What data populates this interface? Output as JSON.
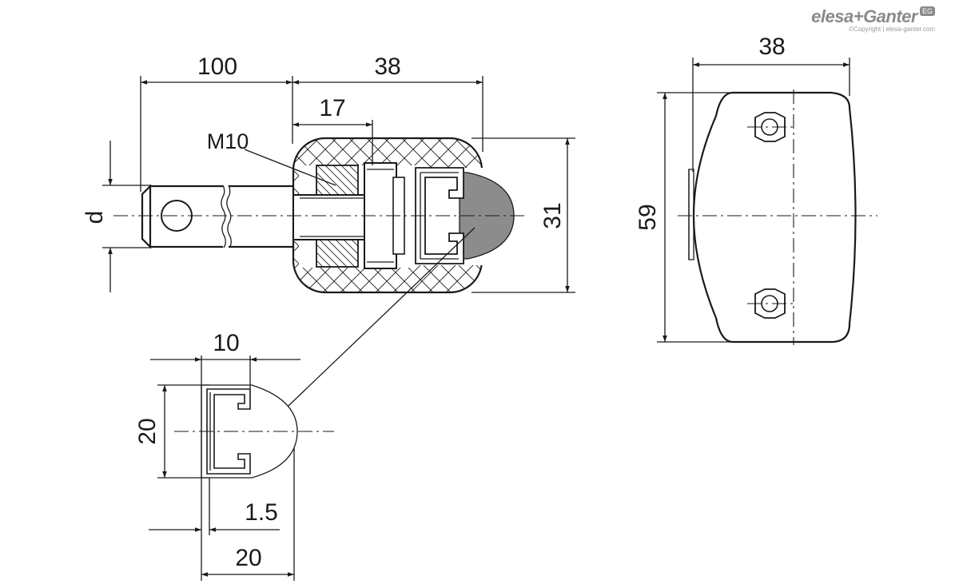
{
  "logo": {
    "brand": "elesa+Ganter",
    "badge": "EG",
    "copyright": "©Copyright | elesa-ganter.com"
  },
  "labels": {
    "thread": "M10",
    "diameter": "d"
  },
  "dimensions": {
    "shaft_length": "100",
    "body_width": "38",
    "thread_depth": "17",
    "body_height": "31",
    "side_width": "38",
    "side_height": "59",
    "profile_width": "10",
    "profile_height": "20",
    "wall_thickness": "1.5",
    "profile_total": "20"
  }
}
